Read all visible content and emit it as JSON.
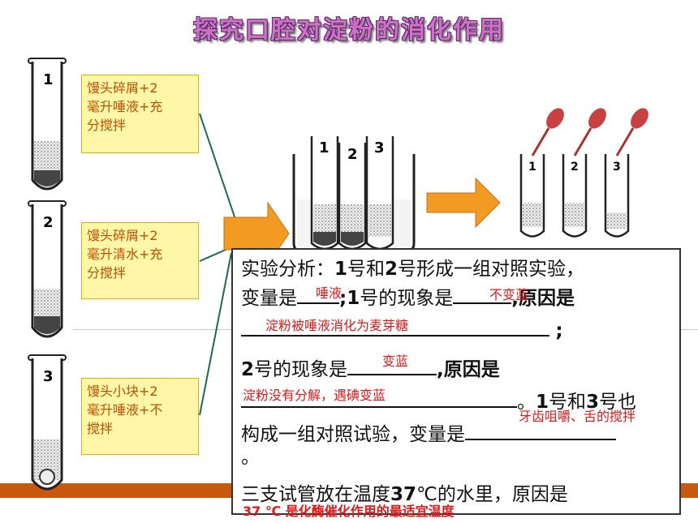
{
  "title": "探究口腔对淀粉的消化作用",
  "tubes": {
    "t1": "1",
    "t2": "2",
    "t3": "3",
    "beaker_labels": [
      "1",
      "2",
      "3"
    ],
    "dropper_labels": [
      "1",
      "2",
      "3"
    ]
  },
  "labels": {
    "box1": [
      "馒头碎屑+2",
      "毫升唾液+充",
      "分搅拌"
    ],
    "box2": [
      "馒头碎屑+2",
      "毫升清水+充",
      "分搅拌"
    ],
    "box3": [
      "馒头小块+2",
      "毫升唾液+不",
      "搅拌"
    ]
  },
  "analysis": {
    "line1": "实验分析：",
    "n1": "1",
    "line1b": "号和",
    "n2": "2",
    "line1c": "号形成一组对照实验，",
    "line2a": "变量是",
    "line2b": ";",
    "n3": "1",
    "line2c": "号的现象是",
    "line2d": ",原因是",
    "line3end": ";",
    "n4": "2",
    "line4a": "号的现象是",
    "line4b": ",原因是",
    "line5a": "。",
    "n5": "1",
    "line5b": "号和",
    "n6": "3",
    "line5c": "号也",
    "line6a": "构成一组对照试验，变量是",
    "line7": "。",
    "line8a": "三支试管放在温度",
    "n7": "37",
    "line8b": "℃的水里，原因是"
  },
  "answers": {
    "a1": "唾液",
    "a2": "不变蓝",
    "a3": "淀粉被唾液消化为麦芽糖",
    "a4": "变蓝",
    "a5": "淀粉没有分解，遇碘变蓝",
    "a6": "牙齿咀嚼、舌的搅拌",
    "a7": "37 ℃ 是化酶催化作用的最适宜温度"
  },
  "colors": {
    "title": "#d070c8",
    "arrow": "#f39a22",
    "answer": "#e01818",
    "label_bg": "#fff7a8",
    "footer": "#c8590f"
  }
}
